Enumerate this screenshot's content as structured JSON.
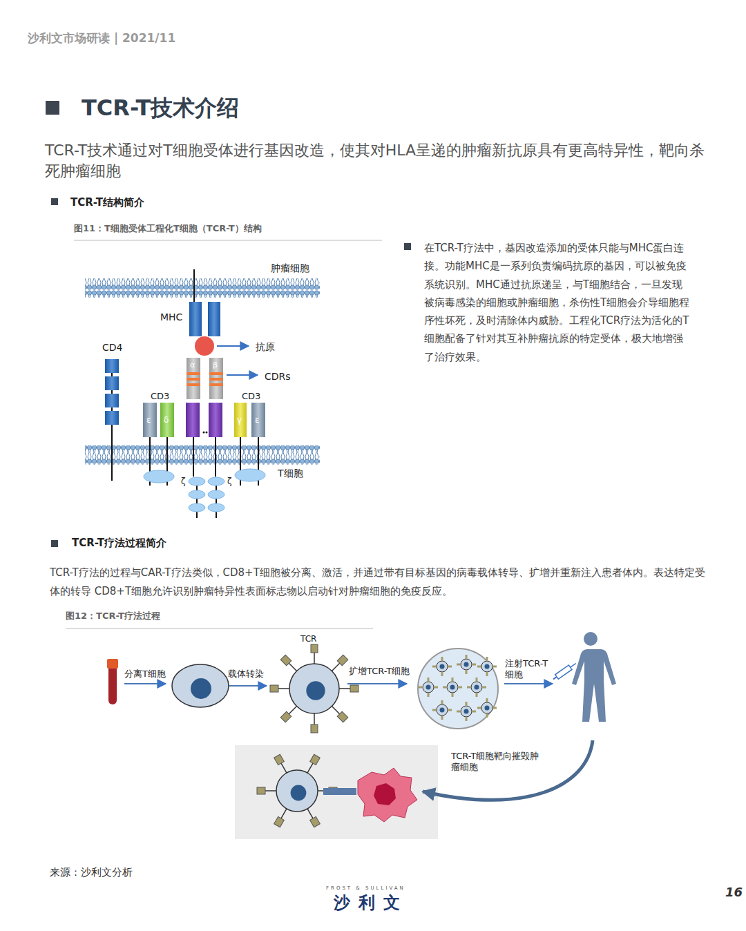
{
  "diagram": {
    "title": "TCR-T技术介绍",
    "labels": [
      "沙利文市场研读 | 2021/11",
      "TCR-T技术通过对T细胞受体进行基因改造，使其对HLA呈递的肿瘤新抗原具有更高特异性，靶向杀死肿瘤细胞",
      "TCR-T结构简介",
      "图11：T细胞受体工程化T细胞（TCR-T）结构",
      "肿瘤细胞",
      "MHC",
      "抗原",
      "CDRs",
      "CD4",
      "CD3",
      "CD3",
      "ε",
      "δ",
      "α",
      "β",
      "γ",
      "ε",
      "ζ",
      "ζ",
      "T细胞",
      "在TCR-T疗法中，基因改造添加的受体只能与MHC蛋白连接。功能MHC是一系列负责编码抗原的基因，可以被免疫系统识别。MHC通过抗原递呈，与T细胞结合，一旦发现被病毒感染的细胞或肿瘤细胞，杀伤性T细胞会介导细胞程序性坏死，及时清除体内威胁。工程化TCR疗法为活化的T细胞配备了针对其互补肿瘤抗原的特定受体，极大地增强了治疗效果。",
      "TCR-T疗法过程简介",
      "TCR-T疗法的过程与CAR-T疗法类似，CD8+T细胞被分离、激活，并通过带有目标基因的病毒载体转导、扩增并重新注入患者体内。表达特定受体的转导 CD8+T细胞允许识别肿瘤特异性表面标志物以启动针对肿瘤细胞的免疫反应。",
      "图12：TCR-T疗法过程",
      "分离T细胞",
      "载体转染",
      "TCR",
      "扩增TCR-T细胞",
      "注射TCR-T细胞",
      "TCR-T细胞靶向摧毁肿瘤细胞",
      "来源：沙利文分析",
      "FROST & SULLIVAN",
      "沙利文",
      "16"
    ]
  }
}
